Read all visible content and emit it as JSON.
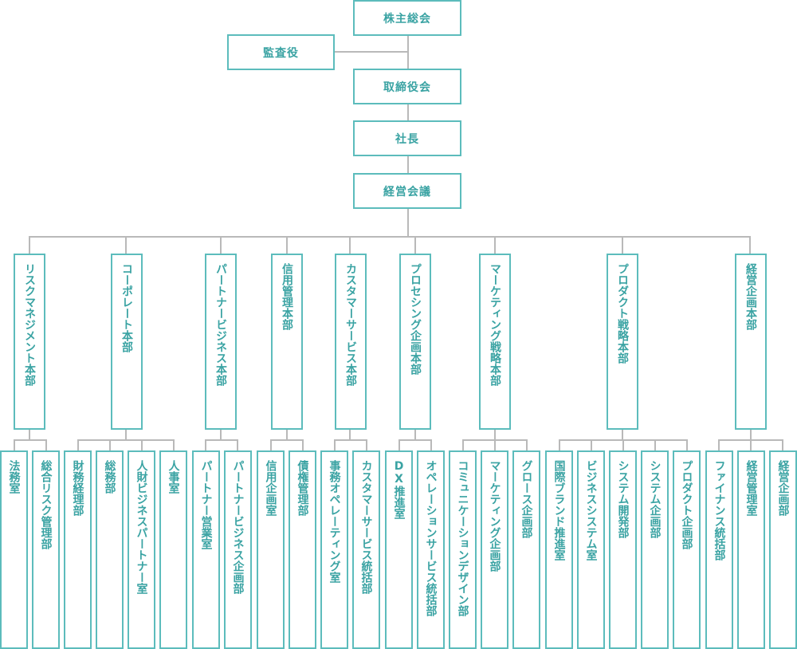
{
  "top": [
    "株主総会",
    "監査役",
    "取締役会",
    "社長",
    "経営会議"
  ],
  "divisions": [
    {
      "name": "リスクマネジメント本部",
      "units": [
        "法務室",
        "総合リスク管理部"
      ]
    },
    {
      "name": "コーポレート本部",
      "units": [
        "財務経理部",
        "総務部",
        "人財ビジネスパートナー室",
        "人事室"
      ]
    },
    {
      "name": "パートナービジネス本部",
      "units": [
        "パートナー営業室",
        "パートナービジネス企画部"
      ]
    },
    {
      "name": "信用管理本部",
      "units": [
        "信用企画室",
        "債権管理部"
      ]
    },
    {
      "name": "カスタマーサービス本部",
      "units": [
        "事務オペレーティング室",
        "カスタマーサービス統括部"
      ]
    },
    {
      "name": "プロセシング企画本部",
      "units": [
        "DX推進室",
        "オペレーションサービス統括部"
      ]
    },
    {
      "name": "マーケティング戦略本部",
      "units": [
        "コミュニケーションデザイン部",
        "マーケティング企画部",
        "グロース企画部"
      ]
    },
    {
      "name": "プロダクト戦略本部",
      "units": [
        "国際ブランド推進室",
        "ビジネスシステム室",
        "システム開発部",
        "システム企画部",
        "プロダクト企画部"
      ]
    },
    {
      "name": "経営企画本部",
      "units": [
        "ファイナンス統括部",
        "経営管理室",
        "経営企画部"
      ]
    }
  ],
  "colors": {
    "border": "#5cbcbc",
    "text": "#3aa3a3",
    "line": "#b9b9b9"
  }
}
